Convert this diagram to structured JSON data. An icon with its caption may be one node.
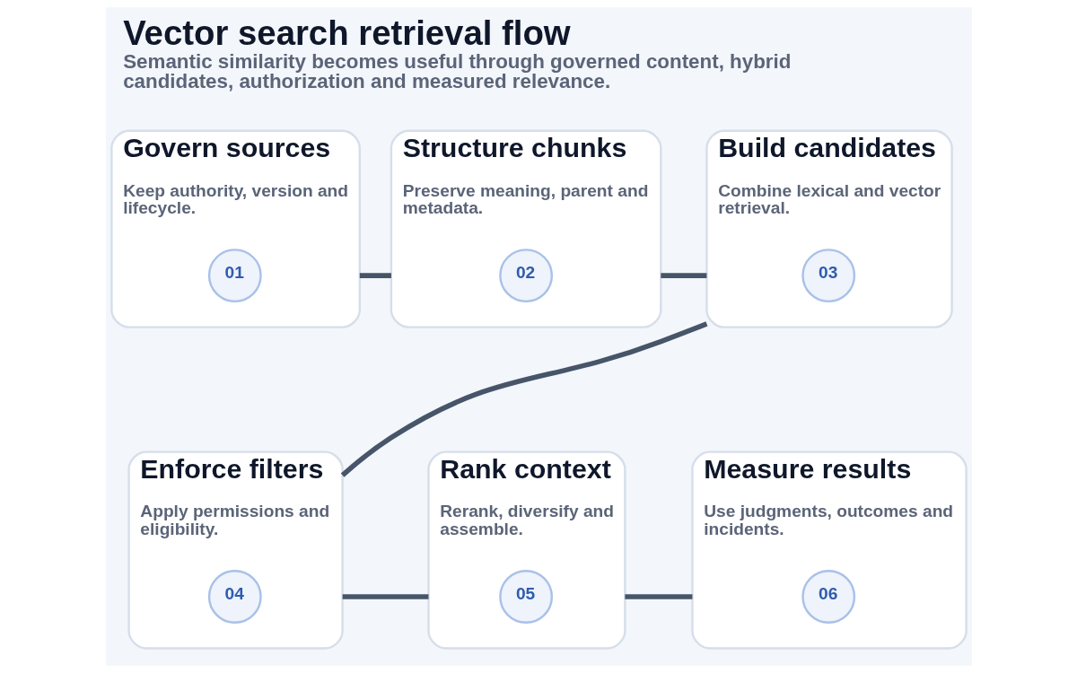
{
  "diagram": {
    "title": "Vector search retrieval flow",
    "caption": "Semantic similarity becomes useful through governed content, hybrid candidates, authorization and measured relevance.",
    "nodes": [
      {
        "text": [
          "Govern sources",
          "Keep authority, version and lifecycle."
        ]
      },
      {
        "text": [
          "01"
        ],
        "in": 0
      },
      {
        "text": [
          "Structure chunks",
          "Preserve meaning, parent and metadata."
        ]
      },
      {
        "text": [
          "02"
        ],
        "in": 2
      },
      {
        "text": [
          "Build candidates",
          "Combine lexical and vector retrieval."
        ]
      },
      {
        "text": [
          "03"
        ],
        "in": 4
      },
      {
        "text": [
          "Enforce filters",
          "Apply permissions and eligibility."
        ]
      },
      {
        "text": [
          "04"
        ],
        "in": 6
      },
      {
        "text": [
          "Rank context",
          "Rerank, diversify and assemble."
        ]
      },
      {
        "text": [
          "05"
        ],
        "in": 8
      },
      {
        "text": [
          "Measure results",
          "Use judgments, outcomes and incidents."
        ]
      },
      {
        "text": [
          "06"
        ],
        "in": 10
      }
    ],
    "edges": [
      {
        "from": 0,
        "to": 2,
        "arrow": "none"
      },
      {
        "from": 2,
        "to": 4,
        "arrow": "none"
      },
      {
        "from": 4,
        "to": 6,
        "arrow": "none"
      },
      {
        "from": 6,
        "to": 8,
        "arrow": "none"
      },
      {
        "from": 8,
        "to": 10,
        "arrow": "none"
      }
    ]
  }
}
